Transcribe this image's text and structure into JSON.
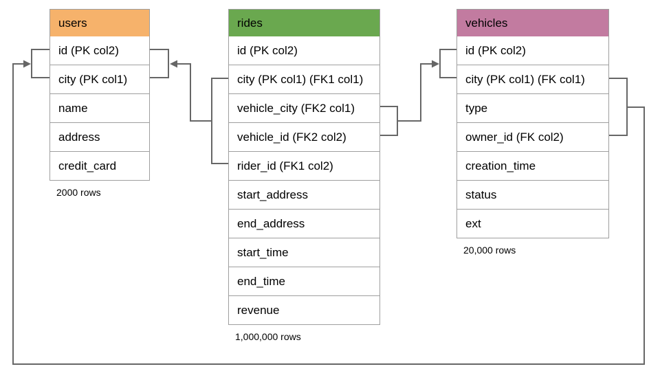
{
  "diagram": {
    "background_color": "#ffffff",
    "connector_color": "#666666",
    "table_border_color": "#9e9e9e",
    "tables": [
      {
        "name": "users",
        "header_color": "#f6b26b",
        "rows": [
          "id (PK col2)",
          "city (PK col1)",
          "name",
          "address",
          "credit_card"
        ],
        "row_count": "2000 rows"
      },
      {
        "name": "rides",
        "header_color": "#6aa84f",
        "rows": [
          "id (PK col2)",
          "city (PK col1) (FK1 col1)",
          "vehicle_city (FK2 col1)",
          "vehicle_id (FK2 col2)",
          "rider_id (FK1 col2)",
          "start_address",
          "end_address",
          "start_time",
          "end_time",
          "revenue"
        ],
        "row_count": "1,000,000 rows"
      },
      {
        "name": "vehicles",
        "header_color": "#c27ba0",
        "rows": [
          "id (PK col2)",
          "city (PK col1) (FK col1)",
          "type",
          "owner_id (FK col2)",
          "creation_time",
          "status",
          "ext"
        ],
        "row_count": "20,000 rows"
      }
    ],
    "relationships": [
      {
        "from_table": "rides",
        "from_columns": "city (FK1 col1), rider_id (FK1 col2)",
        "to_table": "users",
        "to_columns": "id (PK col2), city (PK col1)"
      },
      {
        "from_table": "rides",
        "from_columns": "vehicle_city (FK2 col1), vehicle_id (FK2 col2)",
        "to_table": "vehicles",
        "to_columns": "id (PK col2), city (PK col1)"
      },
      {
        "from_table": "vehicles",
        "from_columns": "city (FK col1), owner_id (FK col2)",
        "to_table": "users",
        "to_columns": "id (PK col2), city (PK col1)"
      }
    ]
  }
}
